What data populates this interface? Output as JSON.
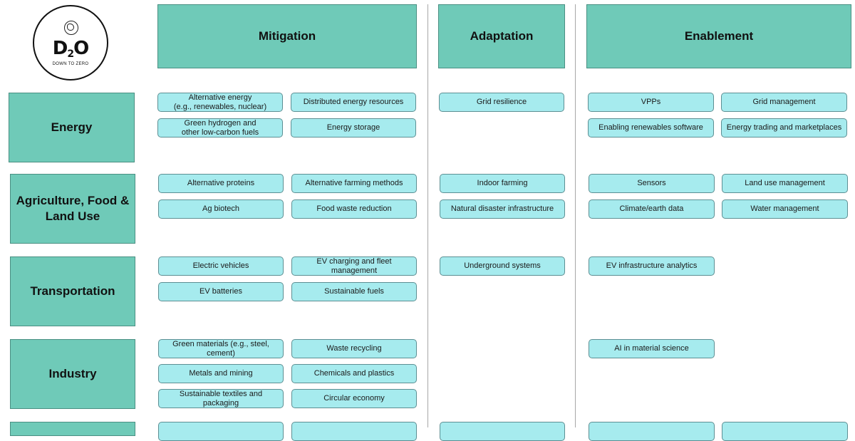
{
  "logo": {
    "mark": "D",
    "sub": "2",
    "mark_end": "O",
    "tagline": "DOWN TO ZERO"
  },
  "columns": {
    "mitigation": "Mitigation",
    "adaptation": "Adaptation",
    "enablement": "Enablement"
  },
  "rows": {
    "energy": "Energy",
    "agriculture": "Agriculture, Food & Land Use",
    "transportation": "Transportation",
    "industry": "Industry"
  },
  "energy": {
    "mitigation": [
      "Alternative energy\n(e.g., renewables, nuclear)",
      "Distributed energy resources",
      "Green hydrogen and\nother low-carbon fuels",
      "Energy storage"
    ],
    "adaptation": [
      "Grid resilience"
    ],
    "enablement": [
      "VPPs",
      "Grid management",
      "Enabling renewables software",
      "Energy trading and marketplaces"
    ]
  },
  "agriculture": {
    "mitigation": [
      "Alternative proteins",
      "Alternative farming methods",
      "Ag biotech",
      "Food waste reduction"
    ],
    "adaptation": [
      "Indoor farming",
      "Natural disaster infrastructure"
    ],
    "enablement": [
      "Sensors",
      "Land use management",
      "Climate/earth data",
      "Water management"
    ]
  },
  "transportation": {
    "mitigation": [
      "Electric vehicles",
      "EV charging and fleet management",
      "EV batteries",
      "Sustainable fuels"
    ],
    "adaptation": [
      "Underground systems"
    ],
    "enablement": [
      "EV infrastructure analytics"
    ]
  },
  "industry": {
    "mitigation": [
      "Green materials (e.g., steel, cement)",
      "Waste recycling",
      "Metals and mining",
      "Chemicals and plastics",
      "Sustainable textiles and packaging",
      "Circular economy"
    ],
    "enablement": [
      "AI in material science"
    ]
  }
}
